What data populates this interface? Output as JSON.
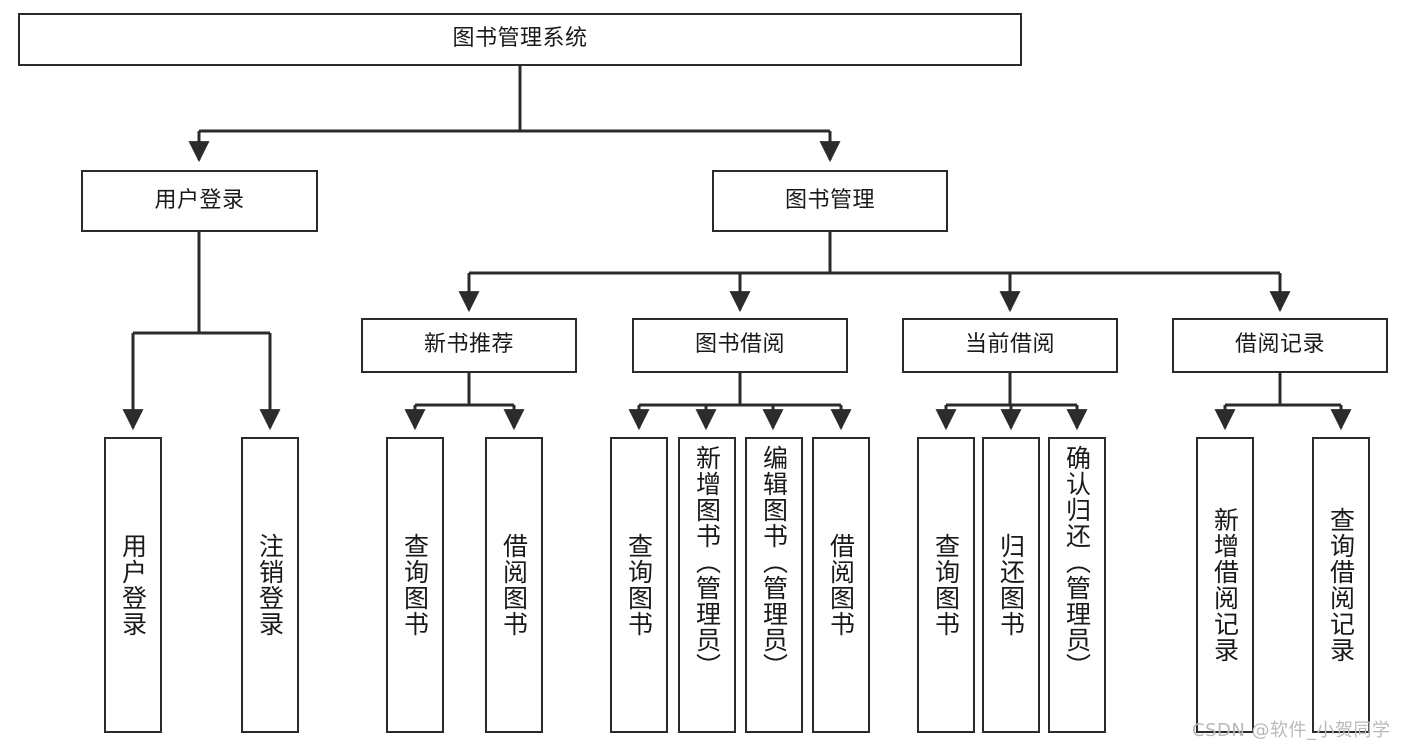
{
  "diagram": {
    "title": "图书管理系统",
    "type": "tree-hierarchy-chart",
    "orientation": "top-down",
    "colors": {
      "box_border": "#2b2b2b",
      "box_fill": "#ffffff",
      "connector": "#2b2b2b",
      "text": "#1a1a1a",
      "watermark": "#b9b9b9"
    },
    "root": {
      "label": "图书管理系统"
    },
    "level1": [
      {
        "label": "用户登录"
      },
      {
        "label": "图书管理"
      }
    ],
    "level2": [
      {
        "label": "新书推荐"
      },
      {
        "label": "图书借阅"
      },
      {
        "label": "当前借阅"
      },
      {
        "label": "借阅记录"
      }
    ],
    "leaves": {
      "user_login": [
        {
          "label": "用户登录"
        },
        {
          "label": "注销登录"
        }
      ],
      "new_book_recommend": [
        {
          "label": "查询图书"
        },
        {
          "label": "借阅图书"
        }
      ],
      "book_borrow": [
        {
          "label": "查询图书"
        },
        {
          "label": "新增图书（管理员）"
        },
        {
          "label": "编辑图书（管理员）"
        },
        {
          "label": "借阅图书"
        }
      ],
      "current_borrow": [
        {
          "label": "查询图书"
        },
        {
          "label": "归还图书"
        },
        {
          "label": "确认归还（管理员）"
        }
      ],
      "borrow_record": [
        {
          "label": "新增借阅记录"
        },
        {
          "label": "查询借阅记录"
        }
      ]
    }
  },
  "watermark": {
    "text": "CSDN @软件_小贺同学"
  }
}
